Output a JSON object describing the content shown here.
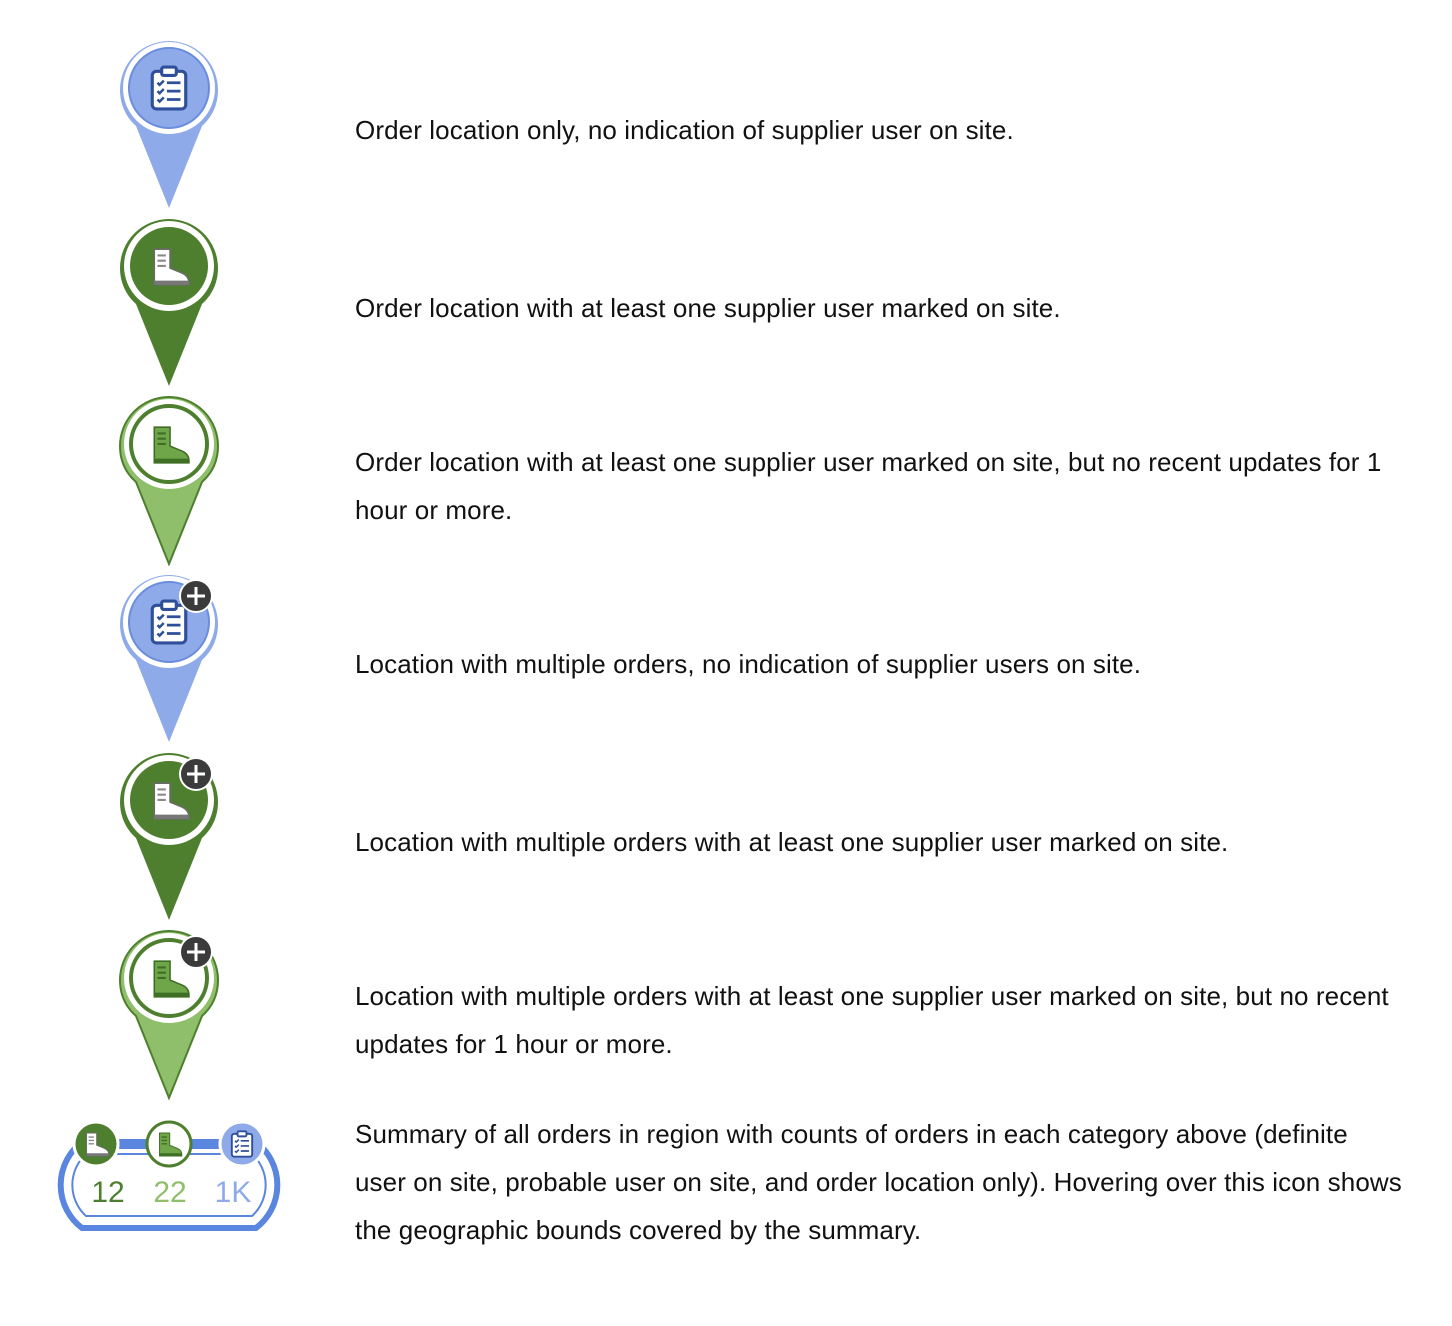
{
  "colors": {
    "blue": "#8faae8",
    "blue_dark": "#6a8ddc",
    "blue_light": "#c9d7f6",
    "green_dark": "#4e7f2e",
    "green_light": "#8fbf6a",
    "plus_badge": "#3b3b3b",
    "summary_outline": "#5b86e0"
  },
  "legend": [
    {
      "pin": "order-location-pin",
      "icon": "clipboard-icon",
      "text": "Order location only, no indication of supplier user on site."
    },
    {
      "pin": "supplier-on-site-pin",
      "icon": "boot-icon",
      "text": "Order location with at least one supplier user marked on site."
    },
    {
      "pin": "supplier-stale-pin",
      "icon": "boot-icon",
      "text": "Order location with at least one supplier user marked on site, but no recent updates for 1 hour or more."
    },
    {
      "pin": "multi-order-pin",
      "icon": "clipboard-icon",
      "badge": "plus-icon",
      "text": "Location with multiple orders, no indication of supplier users on site."
    },
    {
      "pin": "multi-order-supplier-pin",
      "icon": "boot-icon",
      "badge": "plus-icon",
      "text": "Location with multiple orders with at least one supplier user marked on site."
    },
    {
      "pin": "multi-order-stale-pin",
      "icon": "boot-icon",
      "badge": "plus-icon",
      "text": "Location with multiple orders with at least one supplier user marked on site, but no recent updates for 1 hour or more."
    }
  ],
  "summary": {
    "counts": {
      "definite": "12",
      "probable": "22",
      "order_only": "1K"
    },
    "text": "Summary of all orders in region with counts of orders in each category above (definite user on site, probable user on site, and order location only). Hovering over this icon shows the geographic bounds covered by the summary."
  }
}
